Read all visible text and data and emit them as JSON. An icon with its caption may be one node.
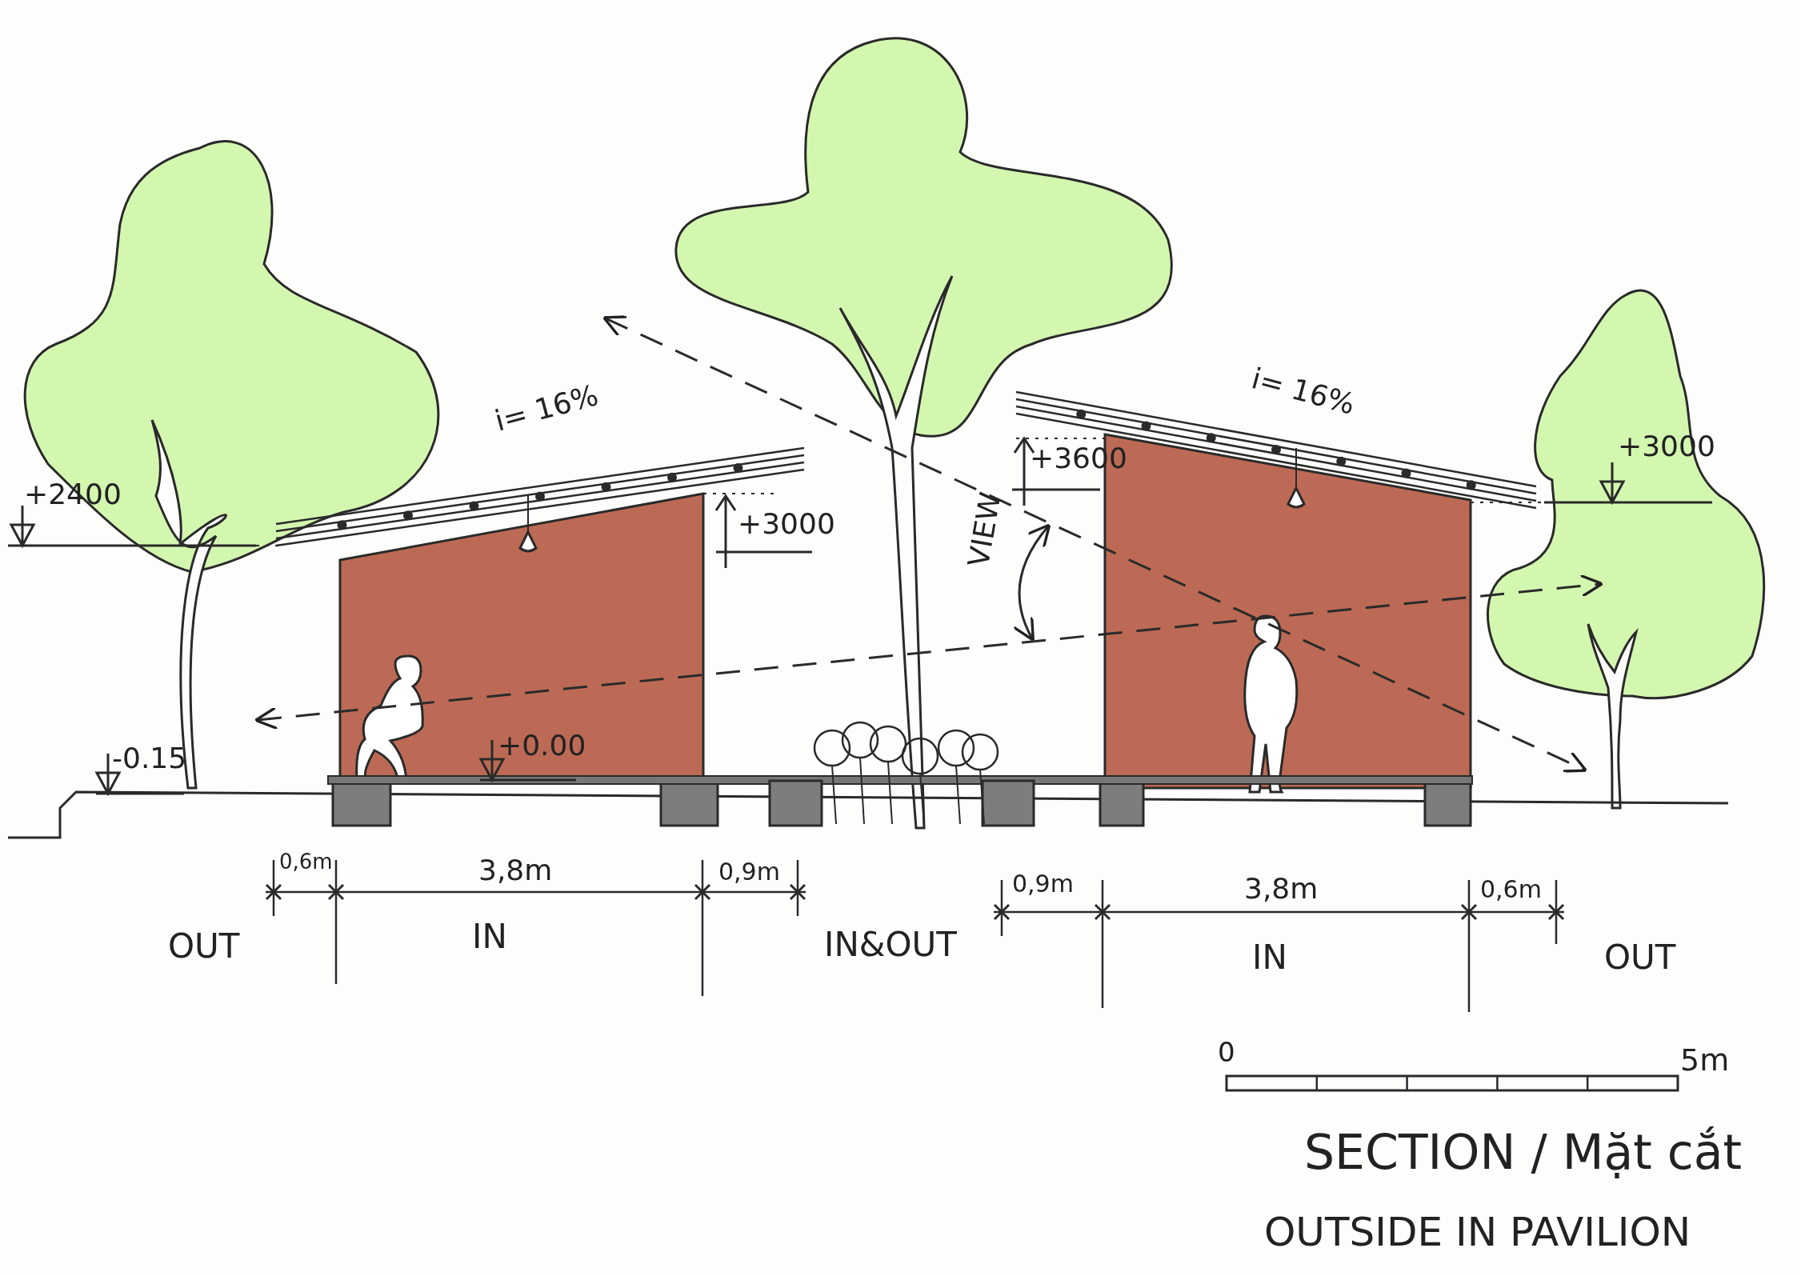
{
  "diagram": {
    "title": "SECTION / Mặt cắt",
    "caption": "OUTSIDE IN PAVILION",
    "labels": [
      "i= 16%",
      "i= 16%",
      "+2400",
      "+3000",
      "+3600",
      "+3000",
      "VIEW",
      "+0.00",
      "-0.15",
      "0,6m",
      "3,8m",
      "0,9m",
      "0,9m",
      "3,8m",
      "0,6m",
      "OUT",
      "IN",
      "IN&OUT",
      "IN",
      "OUT",
      "0",
      "5m"
    ]
  }
}
